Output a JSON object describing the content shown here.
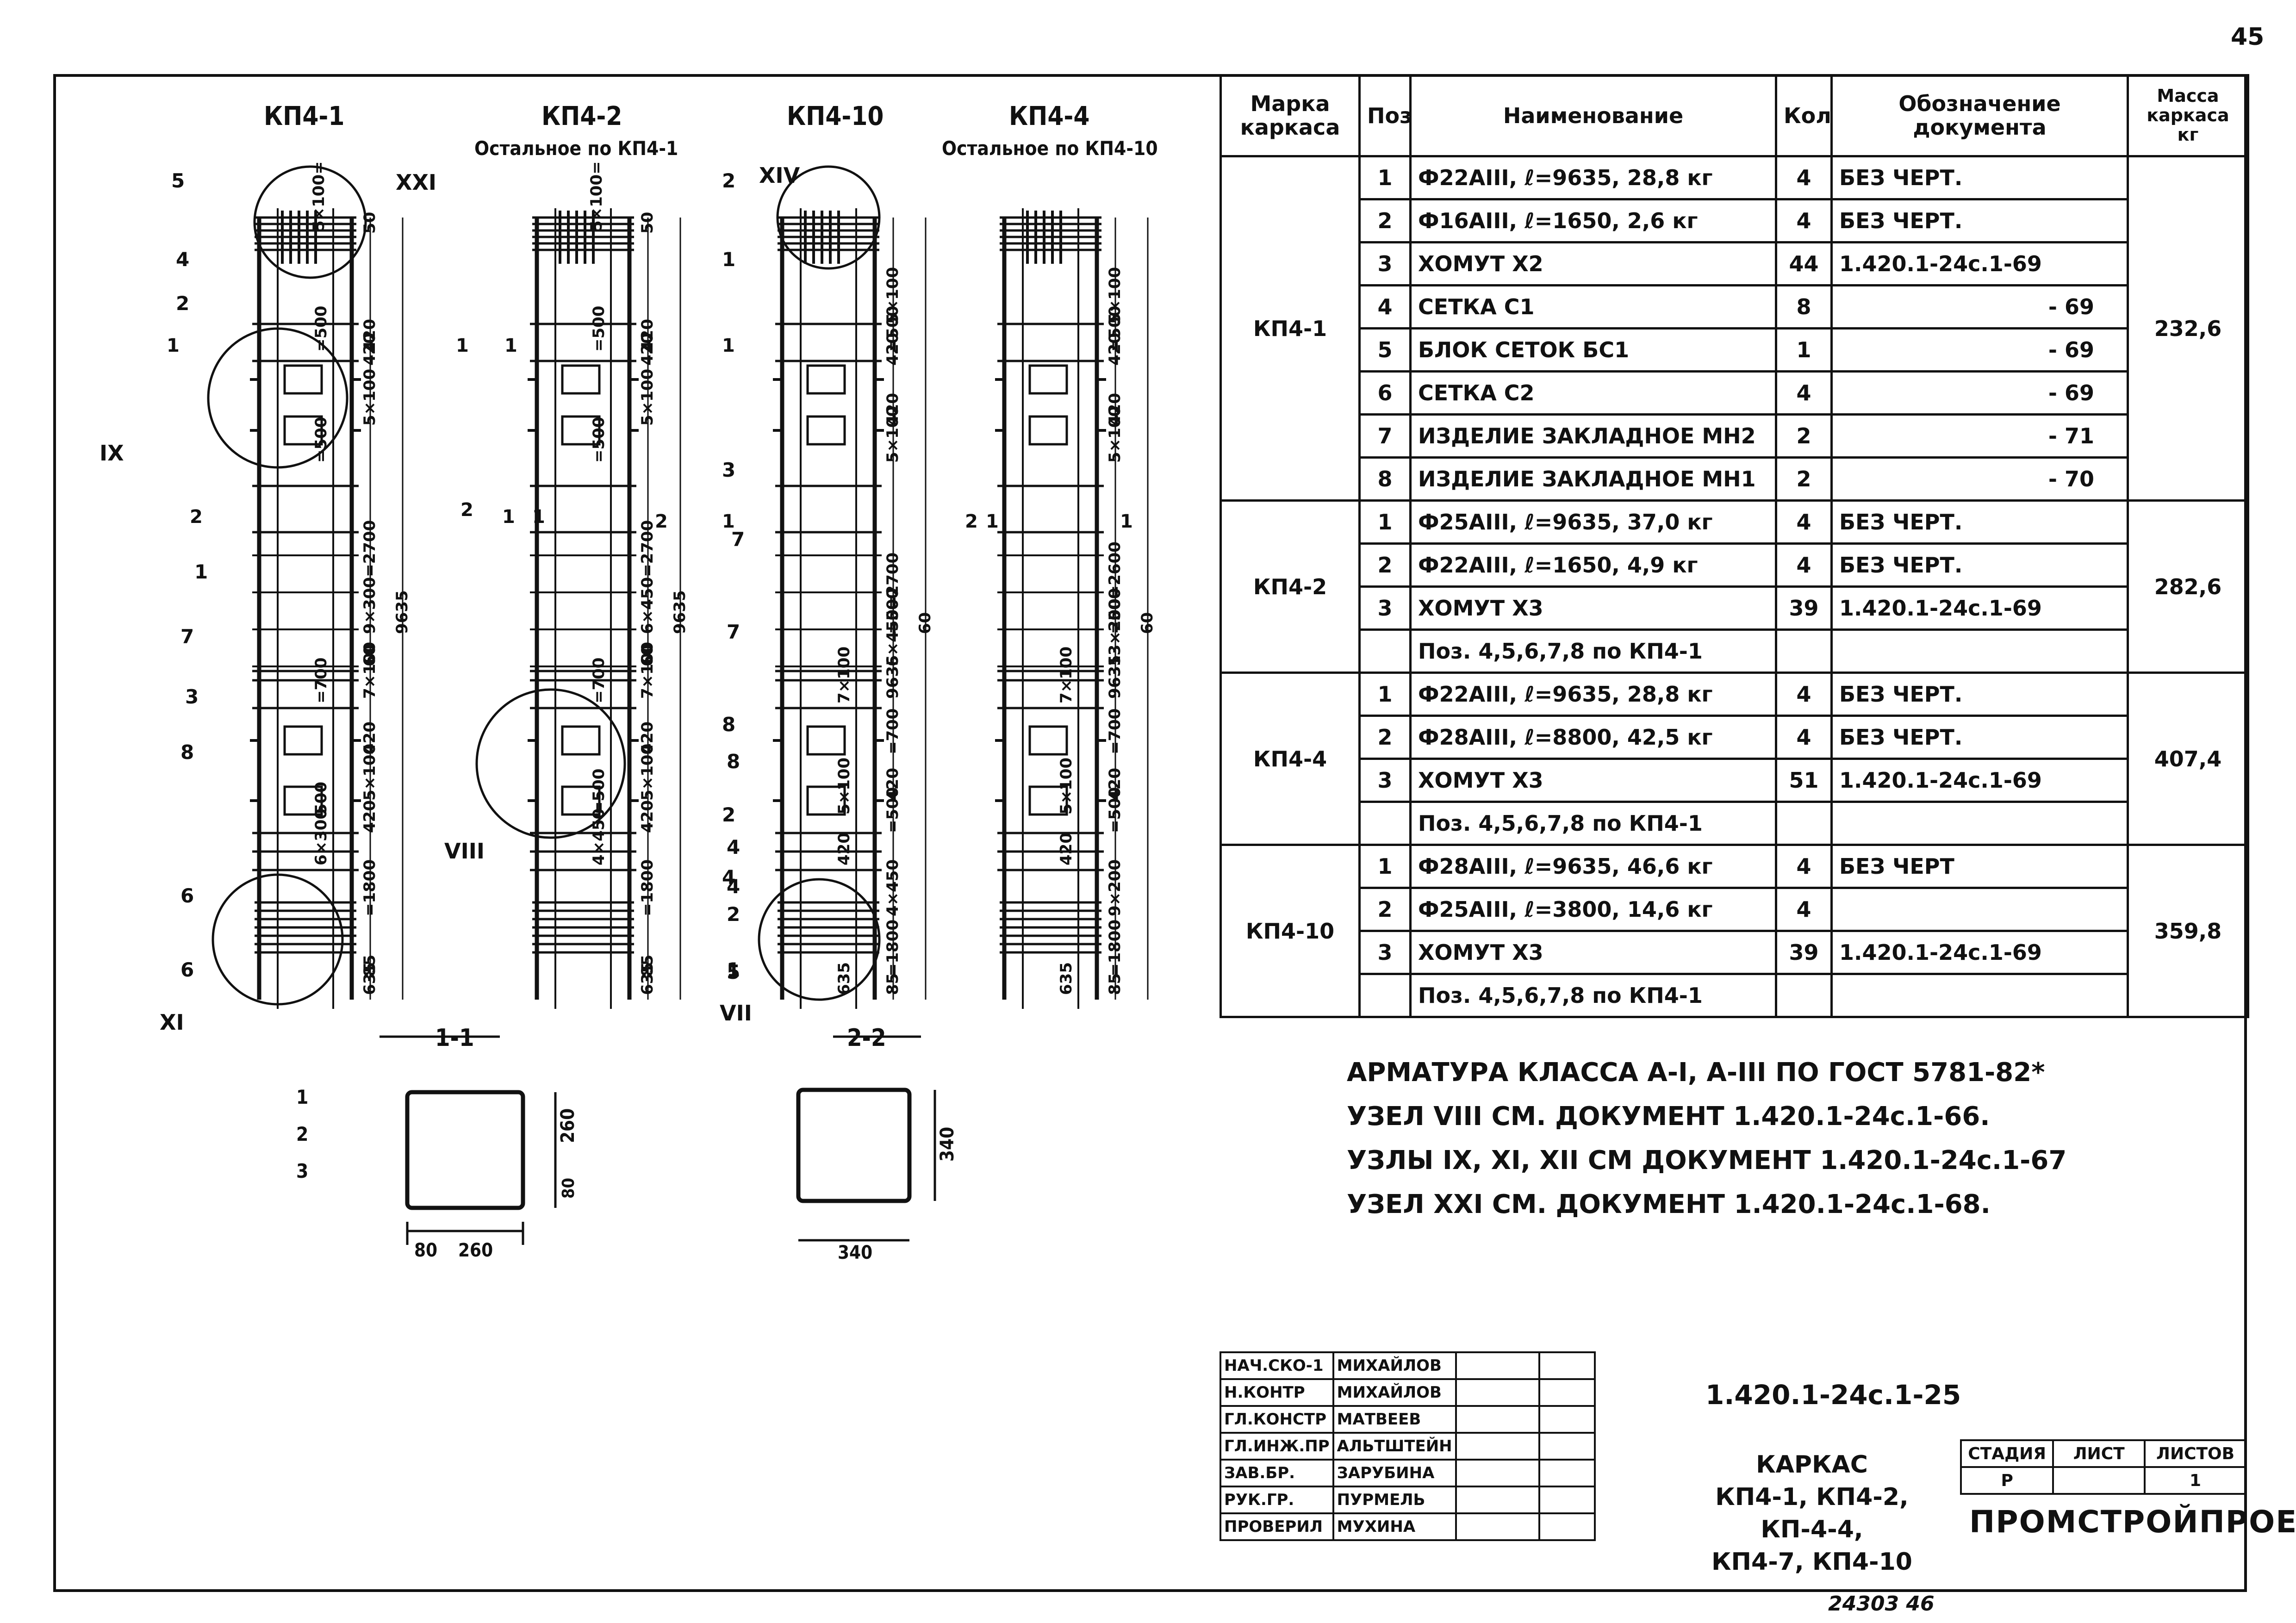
{
  "sheet_number": "45",
  "drawing": {
    "titles": [
      "КП4-1",
      "КП4-2",
      "КП4-10",
      "КП4-4"
    ],
    "subtitles": [
      "Остальное по КП4-1",
      "Остальное по КП4-10"
    ],
    "sections": [
      "1-1",
      "2-2"
    ],
    "nodes": [
      "XXI",
      "IX",
      "XI",
      "VIII",
      "XIV",
      "VII"
    ],
    "positions": [
      "5",
      "4",
      "2",
      "1",
      "7",
      "8",
      "2",
      "1",
      "3",
      "7",
      "8",
      "4",
      "6",
      "6",
      "4",
      "2",
      "1",
      "3",
      "7",
      "8",
      "2",
      "4",
      "5"
    ],
    "section_marks": [
      "1",
      "1",
      "1",
      "1",
      "2",
      "2",
      "1",
      "2",
      "1",
      "1",
      "2",
      "1",
      "1"
    ],
    "dims_kp41": [
      "50",
      "5×100=",
      "=500",
      "420",
      "420",
      "5×100",
      "=500",
      "9×300=2700",
      "60",
      "9635",
      "7×100",
      "=700",
      "420",
      "5×100",
      "500",
      "420",
      "6×300",
      "=1800",
      "85",
      "635"
    ],
    "dims_kp42": [
      "50",
      "5×100=",
      "=500",
      "420",
      "420",
      "5×100",
      "=500",
      "6×450=2700",
      "60",
      "9635",
      "7×100",
      "=700",
      "420",
      "5×100",
      "=500",
      "420",
      "4×450",
      "=1800",
      "85",
      "635"
    ],
    "dims_kp410": [
      "5×100",
      "=500",
      "420",
      "420",
      "5×100",
      "=500",
      "6×450=2700",
      "60",
      "9635",
      "7×100",
      "=700",
      "420",
      "5×100",
      "=500",
      "420",
      "4×450",
      "=1800",
      "85",
      "635"
    ],
    "dims_kp44": [
      "5×100",
      "=500",
      "420",
      "420",
      "5×100",
      "=500",
      "13×200=2600",
      "60",
      "9635",
      "7×100",
      "=700",
      "420",
      "5×100",
      "=500",
      "420",
      "9×200",
      "=1800",
      "85",
      "635"
    ],
    "sec11": {
      "labels": [
        "1",
        "2",
        "3"
      ],
      "dims": [
        "260",
        "80",
        "80",
        "260"
      ]
    },
    "sec22": {
      "dims": [
        "340",
        "340"
      ]
    }
  },
  "spec": {
    "headers": [
      "Марка каркаса",
      "Поз.",
      "Наименование",
      "Кол.",
      "Обозначение документа",
      "Масса каркаса кг"
    ],
    "groups": [
      {
        "mark": "КП4-1",
        "mass": "232,6",
        "rows": [
          [
            "1",
            "Ф22АIII, ℓ=9635, 28,8 кг",
            "4",
            "БЕЗ ЧЕРТ."
          ],
          [
            "2",
            "Ф16АIII, ℓ=1650, 2,6 кг",
            "4",
            "БЕЗ ЧЕРТ."
          ],
          [
            "3",
            "ХОМУТ Х2",
            "44",
            "1.420.1-24с.1-69"
          ],
          [
            "4",
            "СЕТКА С1",
            "8",
            "- 69"
          ],
          [
            "5",
            "БЛОК СЕТОК БС1",
            "1",
            "- 69"
          ],
          [
            "6",
            "СЕТКА С2",
            "4",
            "- 69"
          ],
          [
            "7",
            "ИЗДЕЛИЕ ЗАКЛАДНОЕ МН2",
            "2",
            "- 71"
          ],
          [
            "8",
            "ИЗДЕЛИЕ ЗАКЛАДНОЕ МН1",
            "2",
            "- 70"
          ]
        ]
      },
      {
        "mark": "КП4-2",
        "mass": "282,6",
        "rows": [
          [
            "1",
            "Ф25АIII, ℓ=9635, 37,0 кг",
            "4",
            "БЕЗ ЧЕРТ."
          ],
          [
            "2",
            "Ф22АIII, ℓ=1650, 4,9 кг",
            "4",
            "БЕЗ ЧЕРТ."
          ],
          [
            "3",
            "ХОМУТ Х3",
            "39",
            "1.420.1-24с.1-69"
          ],
          [
            "",
            "Поз. 4,5,6,7,8 по КП4-1",
            "",
            ""
          ]
        ]
      },
      {
        "mark": "КП4-4",
        "mass": "407,4",
        "rows": [
          [
            "1",
            "Ф22АIII, ℓ=9635, 28,8 кг",
            "4",
            "БЕЗ ЧЕРТ."
          ],
          [
            "2",
            "Ф28АIII, ℓ=8800, 42,5 кг",
            "4",
            "БЕЗ ЧЕРТ."
          ],
          [
            "3",
            "ХОМУТ Х3",
            "51",
            "1.420.1-24с.1-69"
          ],
          [
            "",
            "Поз. 4,5,6,7,8 по КП4-1",
            "",
            ""
          ]
        ]
      },
      {
        "mark": "КП4-10",
        "mass": "359,8",
        "rows": [
          [
            "1",
            "Ф28АIII, ℓ=9635, 46,6 кг",
            "4",
            "БЕЗ ЧЕРТ"
          ],
          [
            "2",
            "Ф25АIII, ℓ=3800, 14,6 кг",
            "4",
            ""
          ],
          [
            "3",
            "ХОМУТ Х3",
            "39",
            "1.420.1-24с.1-69"
          ],
          [
            "",
            "Поз. 4,5,6,7,8 по КП4-1",
            "",
            ""
          ]
        ]
      }
    ]
  },
  "notes": [
    "АРМАТУРА КЛАССА А-I, А-III ПО ГОСТ 5781-82*",
    "УЗЕЛ VIII СМ. ДОКУМЕНТ 1.420.1-24с.1-66.",
    "УЗЛЫ IX, XI, XII СМ ДОКУМЕНТ 1.420.1-24с.1-67",
    "УЗЕЛ XXI СМ. ДОКУМЕНТ 1.420.1-24с.1-68."
  ],
  "title_block": {
    "signers": [
      [
        "НАЧ.СКО-1",
        "МИХАЙЛОВ"
      ],
      [
        "Н.КОНТР",
        "МИХАЙЛОВ"
      ],
      [
        "ГЛ.КОНСТР",
        "МАТВЕЕВ"
      ],
      [
        "ГЛ.ИНЖ.ПР",
        "АЛЬТШТЕЙН"
      ],
      [
        "ЗАВ.БР.",
        "ЗАРУБИНА"
      ],
      [
        "РУК.ГР.",
        "ПУРМЕЛЬ"
      ],
      [
        "ПРОВЕРИЛ",
        "МУХИНА"
      ]
    ],
    "doc_number": "1.420.1-24с.1-25",
    "title_lines": [
      "КАРКАС",
      "КП4-1, КП4-2, КП-4-4,",
      "КП4-7, КП4-10"
    ],
    "stage_headers": [
      "СТАДИЯ",
      "ЛИСТ",
      "ЛИСТОВ"
    ],
    "stage_values": [
      "Р",
      "",
      "1"
    ],
    "org": "ПРОМСТРОЙПРОЕКТ"
  },
  "handwritten_note": "24303 46"
}
